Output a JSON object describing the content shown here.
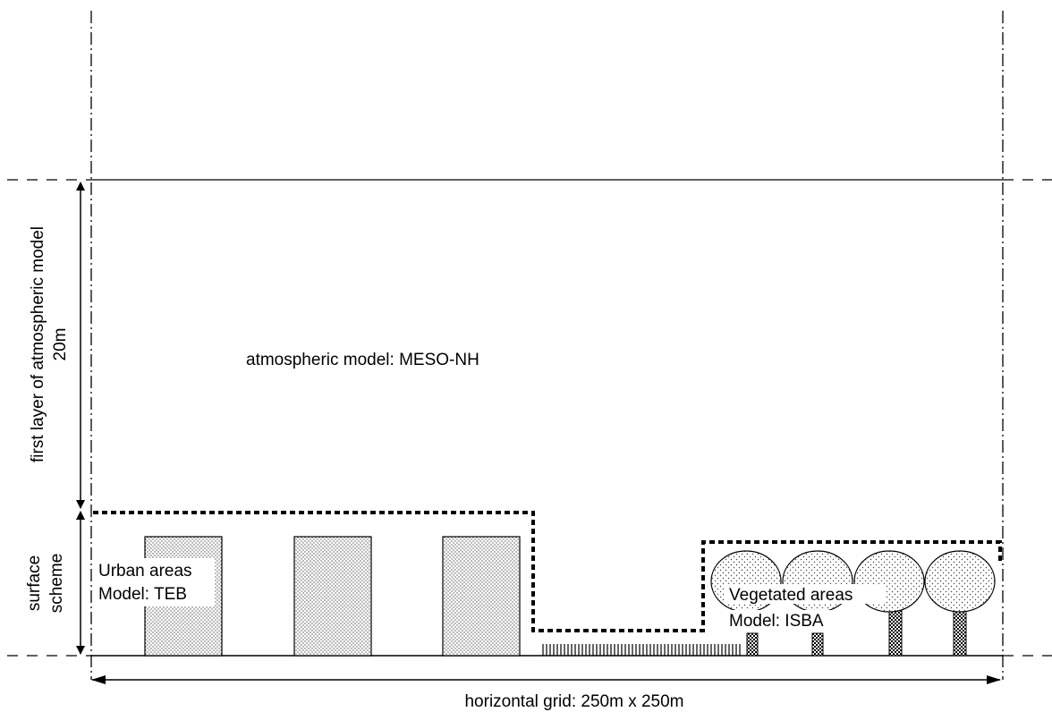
{
  "labels": {
    "atmospheric_model": "atmospheric model: MESO-NH",
    "first_layer_line1": "first layer of atmospheric model",
    "first_layer_line2": "20m",
    "surface_line1": "surface",
    "surface_line2": "scheme",
    "urban_line1": "Urban areas",
    "urban_line2": "Model: TEB",
    "veg_line1": "Vegetated areas",
    "veg_line2": "Model: ISBA",
    "horizontal_grid": "horizontal grid: 250m x 250m"
  }
}
